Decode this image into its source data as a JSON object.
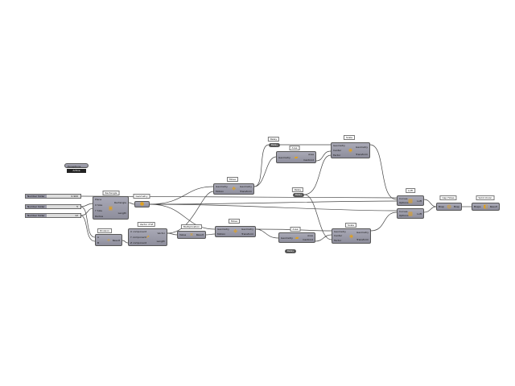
{
  "exceptions": {
    "label": "Exceptions",
    "icon": "exceptions-icon",
    "status": "Active"
  },
  "sliders": [
    {
      "name": "Number Slider",
      "value": "0.900"
    },
    {
      "name": "Number Slider",
      "value": "5"
    },
    {
      "name": "Number Slider",
      "value": "12"
    }
  ],
  "nodes": {
    "rectangle": {
      "tag": "Rectangle",
      "inputs": [
        "Plane",
        "X Size",
        "Y Size",
        "Radius"
      ],
      "outputs": [
        "Rectangle",
        "Length"
      ]
    },
    "geometry": {
      "tag": "Geometry"
    },
    "division": {
      "tag": "Division",
      "inputs": [
        "A",
        "B"
      ],
      "outputs": [
        "Result"
      ]
    },
    "vector": {
      "tag": "Vector XYZ",
      "inputs": [
        "X component",
        "Y component",
        "Z component"
      ],
      "outputs": [
        "Vector",
        "Length"
      ]
    },
    "multiplication": {
      "tag": "Multiplication",
      "inputs": [
        "Value"
      ],
      "outputs": [
        "Result"
      ]
    },
    "move1": {
      "tag": "Move",
      "inputs": [
        "Geometry",
        "Motion"
      ],
      "outputs": [
        "Geometry",
        "Transform"
      ]
    },
    "move2": {
      "tag": "Move",
      "inputs": [
        "Geometry",
        "Motion"
      ],
      "outputs": [
        "Geometry",
        "Transform"
      ]
    },
    "area1": {
      "tag": "Area",
      "inputs": [
        "Geometry"
      ],
      "outputs": [
        "Area",
        "Centroid"
      ]
    },
    "area2": {
      "tag": "Area",
      "inputs": [
        "Geometry"
      ],
      "outputs": [
        "Area",
        "Centroid"
      ]
    },
    "scale1": {
      "tag": "Scale",
      "inputs": [
        "Geometry",
        "Center",
        "Factor"
      ],
      "outputs": [
        "Geometry",
        "Transform"
      ]
    },
    "scale2": {
      "tag": "Scale",
      "inputs": [
        "Geometry",
        "Center",
        "Factor"
      ],
      "outputs": [
        "Geometry",
        "Transform"
      ]
    },
    "loft1": {
      "tag": "Loft",
      "inputs": [
        "Curves",
        "Options"
      ],
      "outputs": [
        "Loft"
      ]
    },
    "loft2": {
      "inputs": [
        "Curves",
        "Options"
      ],
      "outputs": [
        "Loft"
      ]
    },
    "cap": {
      "tag": "Cap Holes",
      "inputs": [
        "Brep"
      ],
      "outputs": [
        "Brep"
      ]
    },
    "union": {
      "tag": "Solid Union",
      "inputs": [
        "Breps"
      ],
      "outputs": [
        "Result"
      ]
    }
  },
  "relays": [
    {
      "label": "Relay",
      "tag": "Relay"
    },
    {
      "label": "Relay",
      "tag": "Relay"
    },
    {
      "label": "Relay"
    }
  ]
}
